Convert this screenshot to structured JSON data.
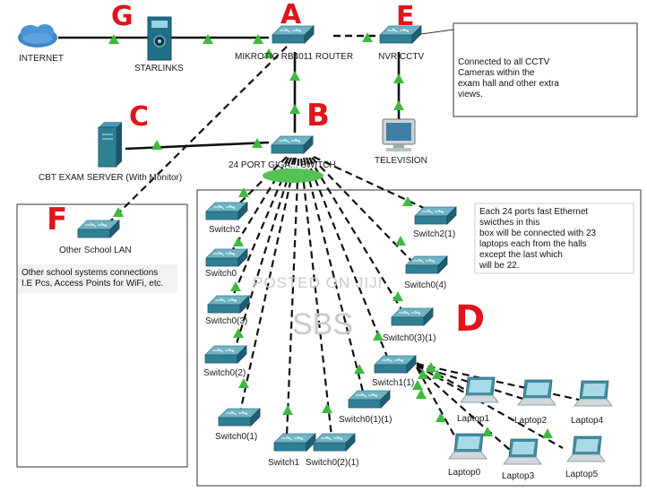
{
  "devices": {
    "internet": "INTERNET",
    "starlinks": "STARLINKS",
    "router": "MIKROTIC RB4011 ROUTER",
    "nvr": "NVR CCTV",
    "television": "TELEVISION",
    "core_switch": "24 PORT GIGA... SWITCH",
    "cbt_server": "CBT EXAM SERVER (With Monitor)",
    "other_lan": "Other School LAN"
  },
  "switches": [
    "Switch2",
    "Switch0",
    "Switch0(3)",
    "Switch0(2)",
    "Switch0(1)",
    "Switch1",
    "Switch0(2)(1)",
    "Switch0(1)(1)",
    "Switch1(1)",
    "Switch0(3)(1)",
    "Switch0(4)",
    "Switch2(1)"
  ],
  "laptops": [
    "Laptop1",
    "Laptop2",
    "Laptop4",
    "Laptop0",
    "Laptop3",
    "Laptop5"
  ],
  "markers": [
    "G",
    "A",
    "E",
    "B",
    "C",
    "F",
    "D"
  ],
  "notes": {
    "cctv": [
      "Connected to all CCTV",
      "Cameras within the",
      "exam hall and other extra",
      "views."
    ],
    "switches": [
      "Each 24 ports fast Ethernet",
      "swicthes in this",
      "box will be connected with 23",
      "laptops each from the halls",
      " except the last which",
      " will be 22."
    ],
    "other": [
      "Other school systems connections",
      "I.E Pcs, Access Points for WiFi, etc."
    ]
  },
  "watermark": {
    "line1": "POSTED ON JIJI",
    "line2": "SBS"
  },
  "colors": {
    "link": "#111111",
    "arrow": "#3cba3c",
    "marker": "#e0151b"
  }
}
